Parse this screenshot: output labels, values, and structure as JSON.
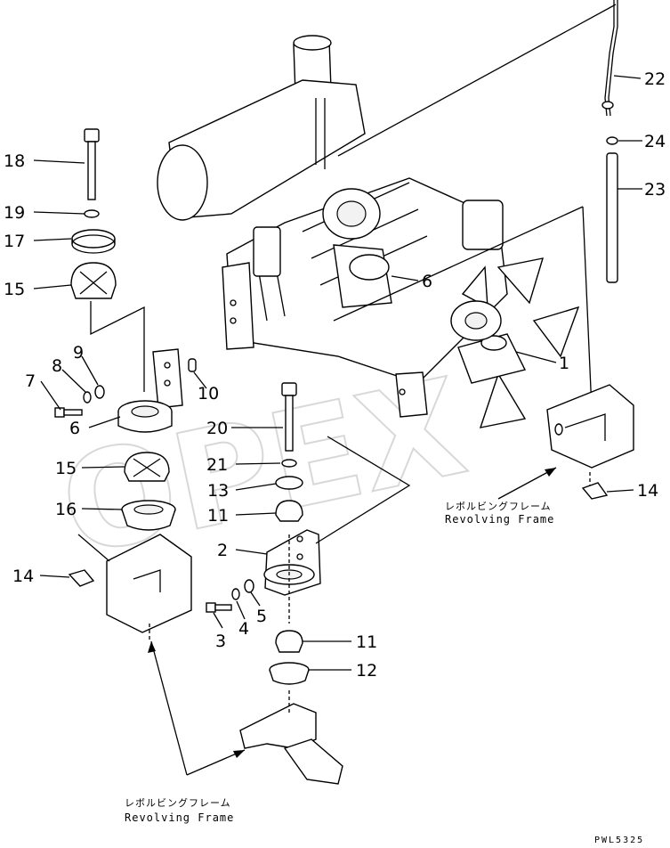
{
  "watermark": "OPEX",
  "drawing_code": "PWL5325",
  "callouts": [
    {
      "id": "c1",
      "text": "1"
    },
    {
      "id": "c2",
      "text": "2"
    },
    {
      "id": "c3",
      "text": "3"
    },
    {
      "id": "c4",
      "text": "4"
    },
    {
      "id": "c5",
      "text": "5"
    },
    {
      "id": "c6a",
      "text": "6"
    },
    {
      "id": "c6b",
      "text": "6"
    },
    {
      "id": "c7",
      "text": "7"
    },
    {
      "id": "c8",
      "text": "8"
    },
    {
      "id": "c9",
      "text": "9"
    },
    {
      "id": "c10",
      "text": "10"
    },
    {
      "id": "c11a",
      "text": "11"
    },
    {
      "id": "c11b",
      "text": "11"
    },
    {
      "id": "c12",
      "text": "12"
    },
    {
      "id": "c13",
      "text": "13"
    },
    {
      "id": "c14a",
      "text": "14"
    },
    {
      "id": "c14b",
      "text": "14"
    },
    {
      "id": "c15a",
      "text": "15"
    },
    {
      "id": "c15b",
      "text": "15"
    },
    {
      "id": "c16",
      "text": "16"
    },
    {
      "id": "c17",
      "text": "17"
    },
    {
      "id": "c18",
      "text": "18"
    },
    {
      "id": "c19",
      "text": "19"
    },
    {
      "id": "c20",
      "text": "20"
    },
    {
      "id": "c21",
      "text": "21"
    },
    {
      "id": "c22",
      "text": "22"
    },
    {
      "id": "c23",
      "text": "23"
    },
    {
      "id": "c24",
      "text": "24"
    }
  ],
  "frame_labels": [
    {
      "jp": "レボルビングフレーム",
      "en": "Revolving Frame"
    },
    {
      "jp": "レボルビングフレーム",
      "en": "Revolving Frame"
    }
  ]
}
